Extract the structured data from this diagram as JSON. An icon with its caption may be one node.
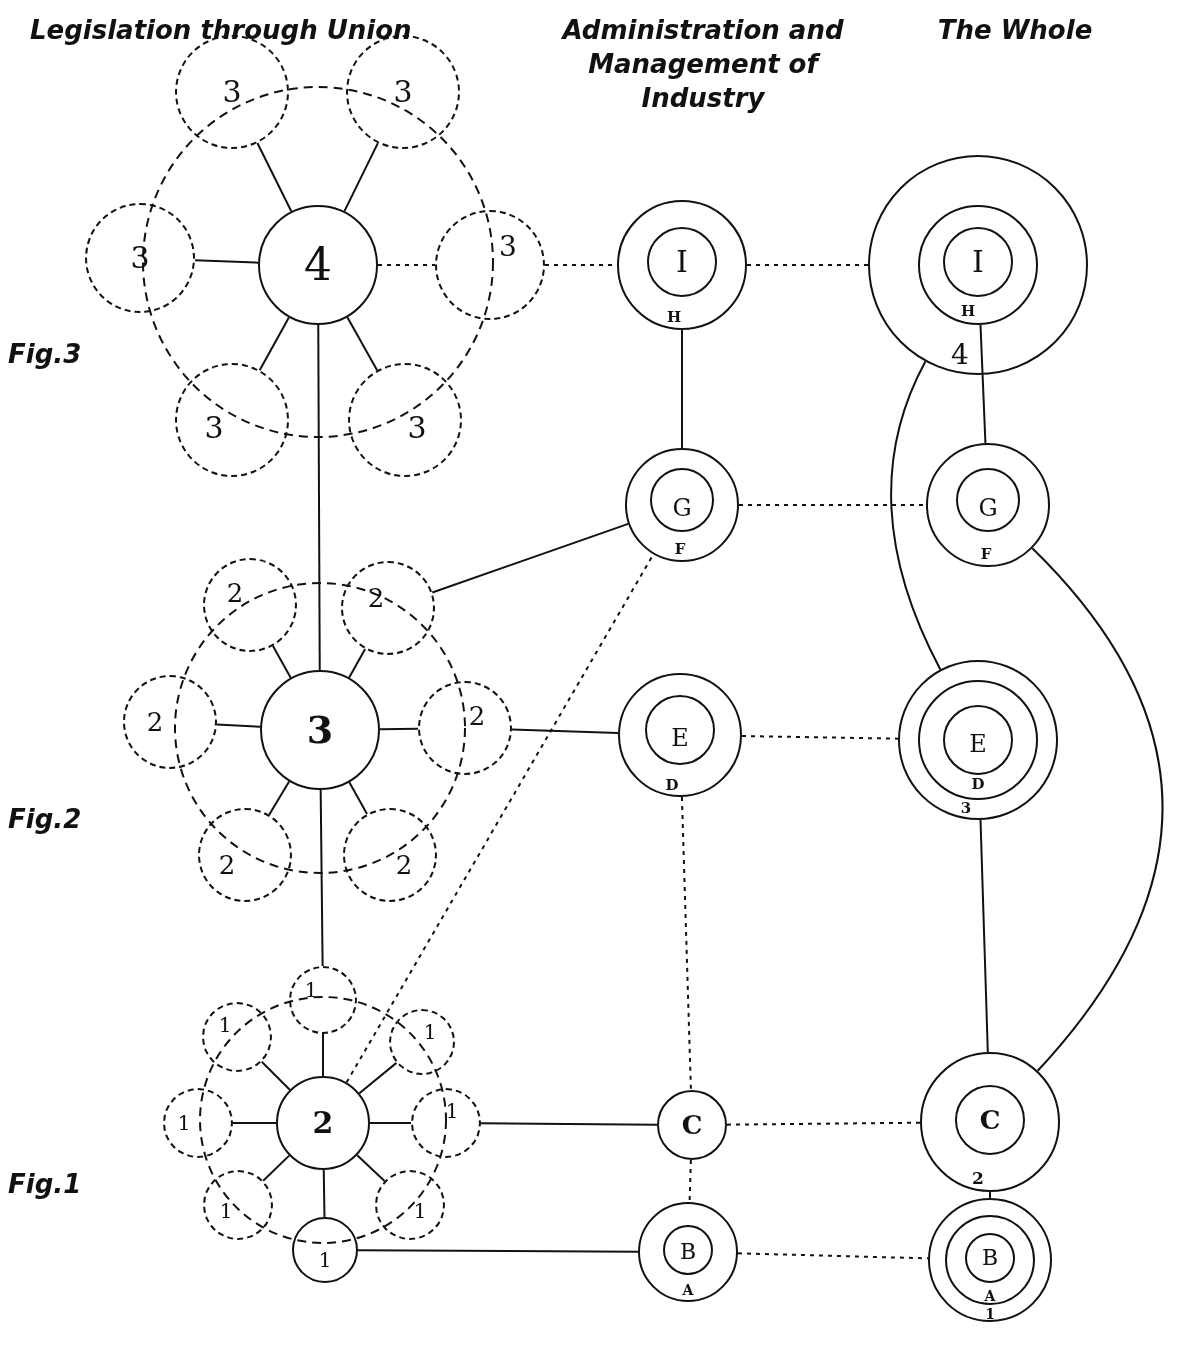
{
  "diagram": {
    "nodes": [
      {
        "text": [
          "3"
        ]
      },
      {
        "text": [
          "3"
        ]
      },
      {
        "text": [
          "3"
        ]
      },
      {
        "text": [
          "4"
        ]
      },
      {
        "text": [
          "3"
        ]
      },
      {
        "text": [
          "3"
        ]
      },
      {
        "text": [
          "3"
        ]
      },
      {
        "text": [
          "H"
        ]
      },
      {
        "text": [
          "I"
        ],
        "in": 7
      },
      {
        "text": [
          "4"
        ]
      },
      {
        "text": [
          "H"
        ],
        "in": 9
      },
      {
        "text": [
          "I"
        ],
        "in": 10
      },
      {
        "text": [
          "F"
        ]
      },
      {
        "text": [
          "G"
        ],
        "in": 12
      },
      {
        "text": [
          "F"
        ]
      },
      {
        "text": [
          "G"
        ],
        "in": 14
      },
      {
        "text": [
          "2"
        ]
      },
      {
        "text": [
          "2"
        ]
      },
      {
        "text": [
          "2"
        ]
      },
      {
        "text": [
          "3"
        ]
      },
      {
        "text": [
          "2"
        ]
      },
      {
        "text": [
          "D"
        ]
      },
      {
        "text": [
          "E"
        ],
        "in": 21
      },
      {
        "text": [
          "3"
        ]
      },
      {
        "text": [
          "D"
        ],
        "in": 23
      },
      {
        "text": [
          "E"
        ],
        "in": 24
      },
      {
        "text": [
          "2"
        ]
      },
      {
        "text": [
          "2"
        ]
      },
      {
        "text": [
          "1"
        ]
      },
      {
        "text": [
          "1"
        ]
      },
      {
        "text": [
          "1"
        ]
      },
      {
        "text": [
          "1"
        ]
      },
      {
        "text": [
          "2"
        ]
      },
      {
        "text": [
          "1"
        ]
      },
      {
        "text": [
          "C"
        ]
      },
      {
        "text": [
          "2"
        ]
      },
      {
        "text": [
          "C"
        ],
        "in": 35
      },
      {
        "text": [
          "1"
        ]
      },
      {
        "text": [
          "1"
        ]
      },
      {
        "text": [
          "1"
        ]
      },
      {
        "text": [
          "A"
        ]
      },
      {
        "text": [
          "B"
        ],
        "in": 40
      },
      {
        "text": [
          "1"
        ]
      },
      {
        "text": [
          "A"
        ],
        "in": 42
      },
      {
        "text": [
          "B"
        ],
        "in": 43
      }
    ],
    "edges": [
      {
        "from": 3,
        "to": 0,
        "arrow": "none"
      },
      {
        "from": 3,
        "to": 1,
        "arrow": "none"
      },
      {
        "from": 3,
        "to": 2,
        "arrow": "none"
      },
      {
        "from": 3,
        "to": 4,
        "arrow": "none",
        "style": "dashed"
      },
      {
        "from": 3,
        "to": 5,
        "arrow": "none"
      },
      {
        "from": 3,
        "to": 6,
        "arrow": "none"
      },
      {
        "from": 4,
        "to": 7,
        "arrow": "none",
        "style": "dashed"
      },
      {
        "from": 7,
        "to": 9,
        "arrow": "none",
        "style": "dashed"
      },
      {
        "from": 7,
        "to": 12,
        "arrow": "none"
      },
      {
        "from": 10,
        "to": 14,
        "arrow": "none"
      },
      {
        "from": 9,
        "to": 23,
        "arrow": "none"
      },
      {
        "from": 12,
        "to": 14,
        "arrow": "none",
        "style": "dashed"
      },
      {
        "from": 3,
        "to": 19,
        "arrow": "none"
      },
      {
        "from": 17,
        "to": 12,
        "arrow": "none"
      },
      {
        "from": 14,
        "to": 35,
        "arrow": "none"
      },
      {
        "from": 19,
        "to": 16,
        "arrow": "none"
      },
      {
        "from": 19,
        "to": 17,
        "arrow": "none"
      },
      {
        "from": 19,
        "to": 18,
        "arrow": "none"
      },
      {
        "from": 19,
        "to": 20,
        "arrow": "none"
      },
      {
        "from": 19,
        "to": 26,
        "arrow": "none"
      },
      {
        "from": 19,
        "to": 27,
        "arrow": "none"
      },
      {
        "from": 20,
        "to": 21,
        "arrow": "none"
      },
      {
        "from": 21,
        "to": 23,
        "arrow": "none",
        "style": "dashed"
      },
      {
        "from": 21,
        "to": 34,
        "arrow": "none",
        "style": "dashed"
      },
      {
        "from": 23,
        "to": 35,
        "arrow": "none"
      },
      {
        "from": 19,
        "to": 28,
        "arrow": "none"
      },
      {
        "from": 32,
        "to": 12,
        "arrow": "none",
        "style": "dashed"
      },
      {
        "from": 32,
        "to": 29,
        "arrow": "none"
      },
      {
        "from": 32,
        "to": 30,
        "arrow": "none"
      },
      {
        "from": 32,
        "to": 31,
        "arrow": "none"
      },
      {
        "from": 32,
        "to": 33,
        "arrow": "none"
      },
      {
        "from": 32,
        "to": 37,
        "arrow": "none"
      },
      {
        "from": 32,
        "to": 38,
        "arrow": "none"
      },
      {
        "from": 32,
        "to": 39,
        "arrow": "none"
      },
      {
        "from": 33,
        "to": 34,
        "arrow": "none"
      },
      {
        "from": 34,
        "to": 35,
        "arrow": "none",
        "style": "dashed"
      },
      {
        "from": 34,
        "to": 40,
        "arrow": "none",
        "style": "dashed"
      },
      {
        "from": 35,
        "to": 42,
        "arrow": "none"
      },
      {
        "from": 39,
        "to": 40,
        "arrow": "none"
      },
      {
        "from": 40,
        "to": 42,
        "arrow": "none",
        "style": "dashed"
      },
      {
        "from": 28,
        "to": 32,
        "arrow": "none"
      }
    ],
    "labels": [
      "Legislation through Union",
      "Administration and Management of Industry",
      "The Whole",
      "Fig.3",
      "Fig.2",
      "Fig.1"
    ]
  }
}
